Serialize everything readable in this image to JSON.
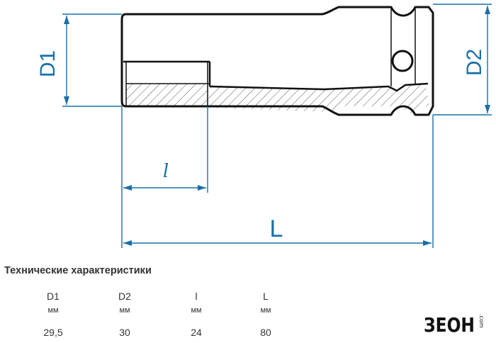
{
  "drawing": {
    "labels": {
      "d1": "D1",
      "d2": "D2",
      "l_small": "l",
      "l_total": "L"
    },
    "line_color": "#1a6fa8",
    "outline_color": "#111111"
  },
  "specs": {
    "title": "Технические характеристики",
    "columns": [
      {
        "header": "D1",
        "unit": "мм",
        "value": "29,5"
      },
      {
        "header": "D2",
        "unit": "мм",
        "value": "30"
      },
      {
        "header": "l",
        "unit": "мм",
        "value": "24"
      },
      {
        "header": "L",
        "unit": "мм",
        "value": "80"
      }
    ]
  },
  "logo": {
    "text": "ЗЕОН",
    "suffix": ".com"
  }
}
